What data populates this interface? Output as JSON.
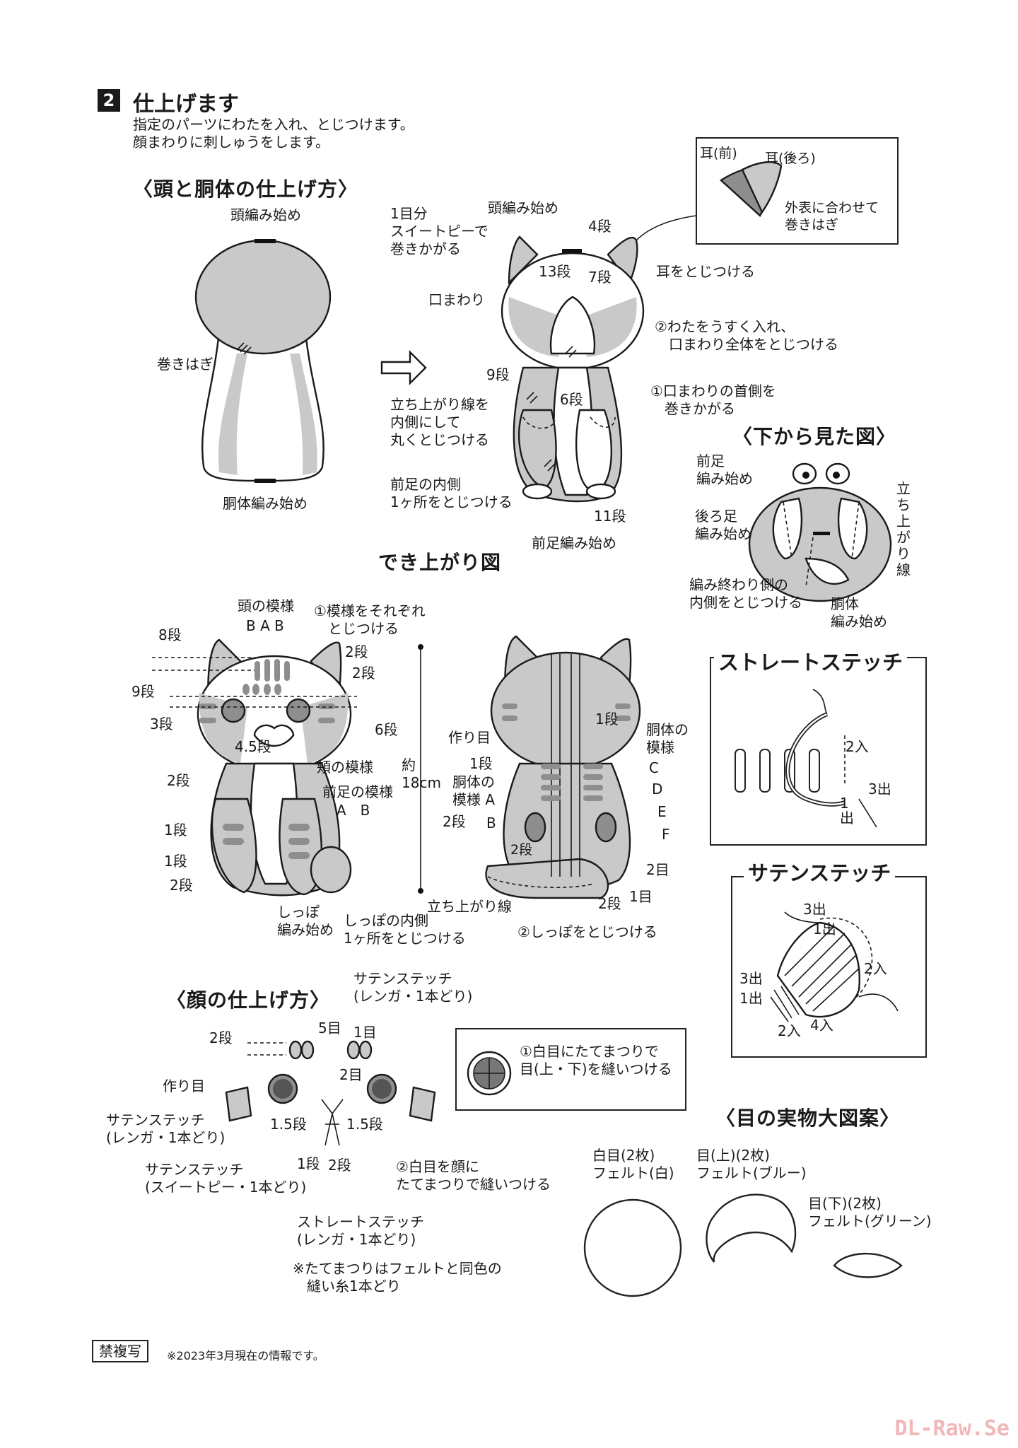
{
  "step": {
    "number": "2",
    "title": "仕上げます",
    "desc1": "指定のパーツにわたを入れ、とじつけます。",
    "desc2": "顔まわりに刺しゅうをします。"
  },
  "section_head_body": {
    "title": "〈頭と胴体の仕上げ方〉",
    "left": {
      "head_start": "頭編み始め",
      "makihagi": "巻きはぎ",
      "body_start": "胴体編み始め"
    },
    "right": {
      "sweetpea": "1目分\nスイートピーで\n巻きかがる",
      "head_start": "頭編み始め",
      "row4": "4段",
      "row13": "13段",
      "row7": "7段",
      "ear_attach": "耳をとじつける",
      "mouth_area": "口まわり",
      "step2": "②わたをうすく入れ、\n　口まわり全体をとじつける",
      "row9": "9段",
      "step1": "①口まわりの首側を\n　巻きかがる",
      "stand_line": "立ち上がり線を\n内側にして\n丸くとじつける",
      "row6": "6段",
      "foreleg_inner": "前足の内側\n1ヶ所をとじつける",
      "row11": "11段",
      "foreleg_start": "前足編み始め"
    },
    "ear_box": {
      "front": "耳(前)",
      "back": "耳(後ろ)",
      "note": "外表に合わせて\n巻きはぎ"
    }
  },
  "bottom_view": {
    "title": "〈下から見た図〉",
    "foreleg_start": "前足\n編み始め",
    "hindleg_start": "後ろ足\n編み始め",
    "stand": "立ち上がり線",
    "end_inner": "編み終わり側の\n内側をとじつける",
    "body_start": "胴体\n編み始め"
  },
  "finished": {
    "title": "でき上がり図",
    "head_pattern": "頭の模様",
    "BAB": "B A B",
    "step1": "①模様をそれぞれ\n　とじつける",
    "row8": "8段",
    "row9": "9段",
    "row3": "3段",
    "row2a": "2段",
    "row2b": "2段",
    "row45": "4.5段",
    "row6": "6段",
    "cheek": "頬の模様",
    "row2c": "2段",
    "height": "約\n18cm",
    "foreleg_pattern": "前足の模様",
    "AB": "A　B",
    "row1a": "1段",
    "row1b": "1段",
    "row2d": "2段",
    "tail_start": "しっぽ\n編み始め",
    "tail_inner": "しっぽの内側\n1ヶ所をとじつける",
    "stand_line": "立ち上がり線",
    "tail_attach": "②しっぽをとじつける",
    "tsukurime": "作り目",
    "back_1dan": "1段",
    "body_pattern": "胴体の\n模様",
    "back_1dan2": "1段",
    "bodyA": "胴体の\n模様 A",
    "back_2dan": "2段",
    "B": "B",
    "C": "C",
    "D": "D",
    "E": "E",
    "F": "F",
    "back_2dan2": "2段",
    "back_2me": "2目",
    "back_2dan3": "2段",
    "back_1me": "1目"
  },
  "face": {
    "title": "〈顔の仕上げ方〉",
    "satin_renga": "サテンステッチ\n(レンガ・1本どり)",
    "row2": "2段",
    "me5": "5目",
    "me1": "1目",
    "me2": "2目",
    "tsukurime": "作り目",
    "satin_left": "サテンステッチ\n(レンガ・1本どり)",
    "dan15a": "1.5段",
    "dan15b": "1.5段",
    "dan1": "1段",
    "dan2": "2段",
    "satin_sweet": "サテンステッチ\n(スイートピー・1本どり)",
    "straight": "ストレートステッチ\n(レンガ・1本どり)",
    "white_eye": "②白目を顔に\nたてまつりで縫いつける",
    "eye_box": "①白目にたてまつりで\n目(上・下)を縫いつける",
    "note": "※たてまつりはフェルトと同色の\n　縫い糸1本どり"
  },
  "straight_stitch": {
    "title": "ストレートステッチ",
    "in2": "2入",
    "out3": "3出",
    "out1": "1\n出"
  },
  "satin_stitch": {
    "title": "サテンステッチ",
    "out3": "3出",
    "out1a": "1出",
    "in2a": "2入",
    "out3b": "3出",
    "out1b": "1出",
    "in2b": "2入",
    "in4": "4入"
  },
  "eye_pattern": {
    "title": "〈目の実物大図案〉",
    "white": "白目(2枚)\nフェルト(白)",
    "upper": "目(上)(2枚)\nフェルト(ブルー)",
    "lower": "目(下)(2枚)\nフェルト(グリーン)"
  },
  "footer": {
    "kinfukusha": "禁複写",
    "info": "※2023年3月現在の情報です。",
    "watermark": "DL-Raw.Se"
  }
}
